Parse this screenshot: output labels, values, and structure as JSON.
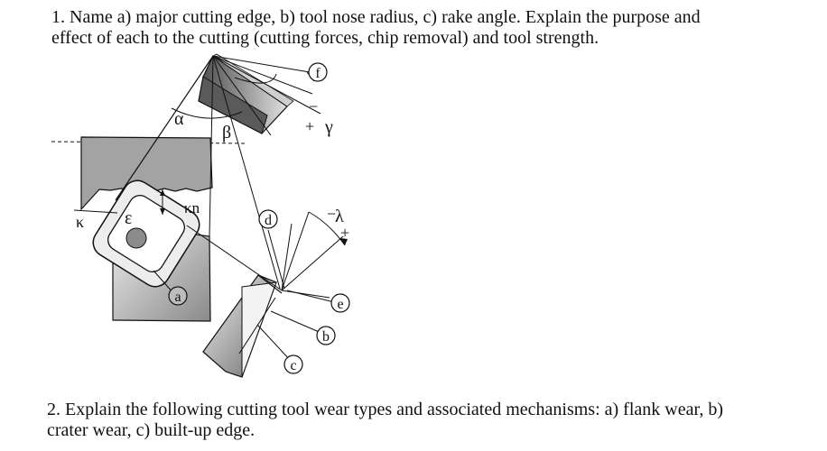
{
  "question1": {
    "line1": "1. Name a) major cutting edge, b) tool nose radius, c) rake angle. Explain the purpose and",
    "line2": "effect of each to the cutting (cutting forces, chip removal) and tool strength."
  },
  "question2": {
    "line1": "2. Explain the following cutting tool wear types and associated mechanisms: a) flank wear, b)",
    "line2": "crater wear, c) built-up edge."
  },
  "figure": {
    "labels": {
      "alpha": "α",
      "beta": "β",
      "gamma": "γ",
      "epsilon": "ε",
      "kappa": "κ",
      "kappa_n": "κn",
      "lambda": "λ",
      "minus_lambda": "−",
      "plus_gamma": "+",
      "minus_gamma": "−",
      "plus_lambda": "+"
    },
    "callouts": {
      "a": "a",
      "b": "b",
      "c": "c",
      "d": "d",
      "e": "e",
      "f": "f"
    },
    "colors": {
      "ink": "#111111",
      "workpiece": "#9c9c9c",
      "tool_dark": "#555555",
      "tool_light": "#d8d8d8"
    }
  }
}
